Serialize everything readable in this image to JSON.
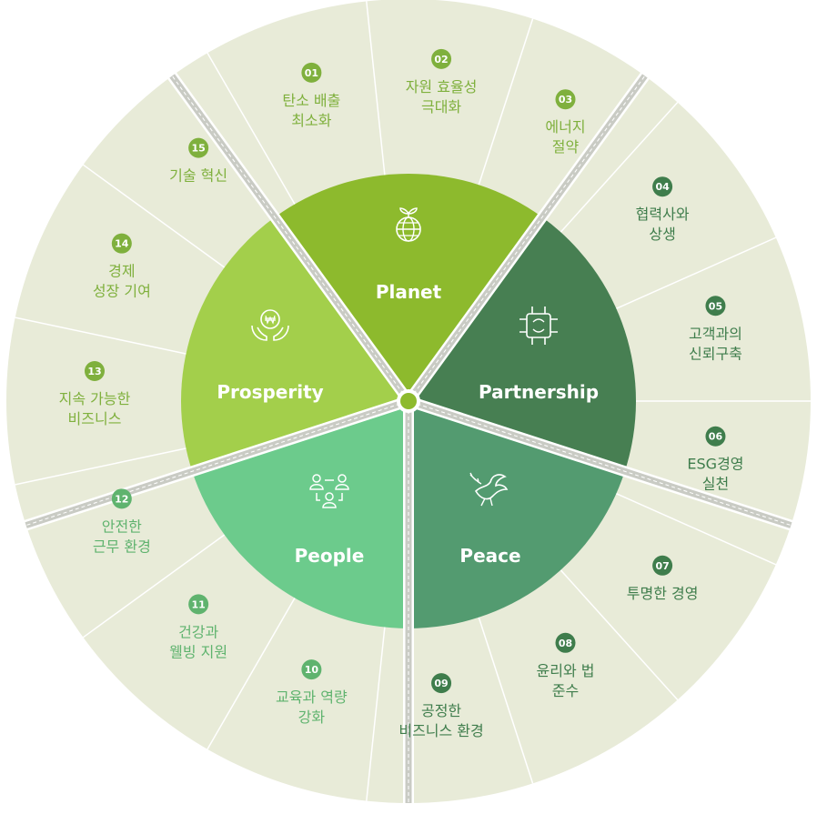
{
  "colors": {
    "outer_bg": "#e8ebd8",
    "outer_line": "#ffffff",
    "separator": "#c9cbc4",
    "planet": "#8dba2d",
    "partnership": "#477f52",
    "peace": "#539b70",
    "people": "#6ccb8c",
    "prosperity": "#a3cf4b",
    "center": "#8dba2d"
  },
  "sectors": [
    {
      "id": "planet",
      "label": "Planet",
      "icon": "globe-sprout-icon"
    },
    {
      "id": "partnership",
      "label": "Partnership",
      "icon": "hands-handshake-icon"
    },
    {
      "id": "peace",
      "label": "Peace",
      "icon": "dove-olive-branch-icon"
    },
    {
      "id": "people",
      "label": "People",
      "icon": "people-network-icon"
    },
    {
      "id": "prosperity",
      "label": "Prosperity",
      "icon": "won-coin-hands-icon"
    }
  ],
  "items": [
    {
      "num": "01",
      "lines": [
        "탄소 배출",
        "최소화"
      ],
      "group": "planet"
    },
    {
      "num": "02",
      "lines": [
        "자원 효율성",
        "극대화"
      ],
      "group": "planet"
    },
    {
      "num": "03",
      "lines": [
        "에너지",
        "절약"
      ],
      "group": "planet"
    },
    {
      "num": "04",
      "lines": [
        "협력사와",
        "상생"
      ],
      "group": "partnership"
    },
    {
      "num": "05",
      "lines": [
        "고객과의",
        "신뢰구축"
      ],
      "group": "partnership"
    },
    {
      "num": "06",
      "lines": [
        "ESG경영",
        "실천"
      ],
      "group": "partnership"
    },
    {
      "num": "07",
      "lines": [
        "투명한 경영"
      ],
      "group": "peace"
    },
    {
      "num": "08",
      "lines": [
        "윤리와 법",
        "준수"
      ],
      "group": "peace"
    },
    {
      "num": "09",
      "lines": [
        "공정한",
        "비즈니스 환경"
      ],
      "group": "peace"
    },
    {
      "num": "10",
      "lines": [
        "교육과 역량",
        "강화"
      ],
      "group": "people"
    },
    {
      "num": "11",
      "lines": [
        "건강과",
        "웰빙 지원"
      ],
      "group": "people"
    },
    {
      "num": "12",
      "lines": [
        "안전한",
        "근무 환경"
      ],
      "group": "people"
    },
    {
      "num": "13",
      "lines": [
        "지속 가능한",
        "비즈니스"
      ],
      "group": "prosperity"
    },
    {
      "num": "14",
      "lines": [
        "경제",
        "성장 기여"
      ],
      "group": "prosperity"
    },
    {
      "num": "15",
      "lines": [
        "기술 혁신"
      ],
      "group": "prosperity"
    }
  ]
}
